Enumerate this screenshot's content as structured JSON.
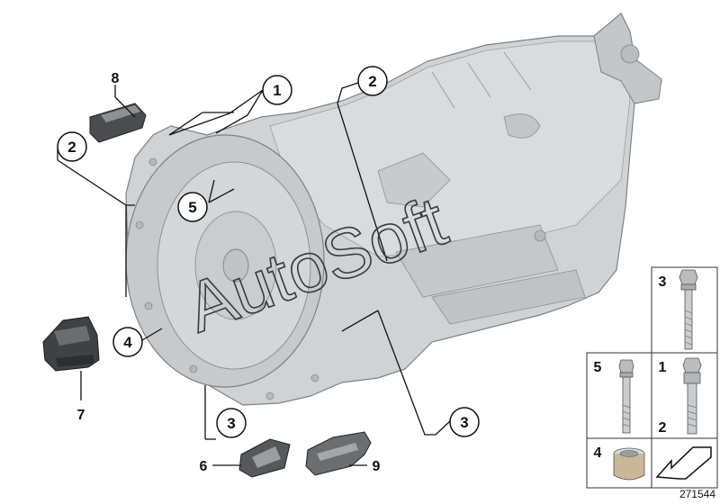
{
  "watermark": "AutoSoft",
  "part_id": "271544",
  "callouts": {
    "c1": "1",
    "c2_left": "2",
    "c2_top": "2",
    "c3_bottom": "3",
    "c3_right": "3",
    "c4": "4",
    "c5": "5"
  },
  "labels": {
    "l6": "6",
    "l7": "7",
    "l8": "8",
    "l9": "9"
  },
  "legend": {
    "b3": "3",
    "b5": "5",
    "b1": "1",
    "b2": "2",
    "b4": "4"
  }
}
